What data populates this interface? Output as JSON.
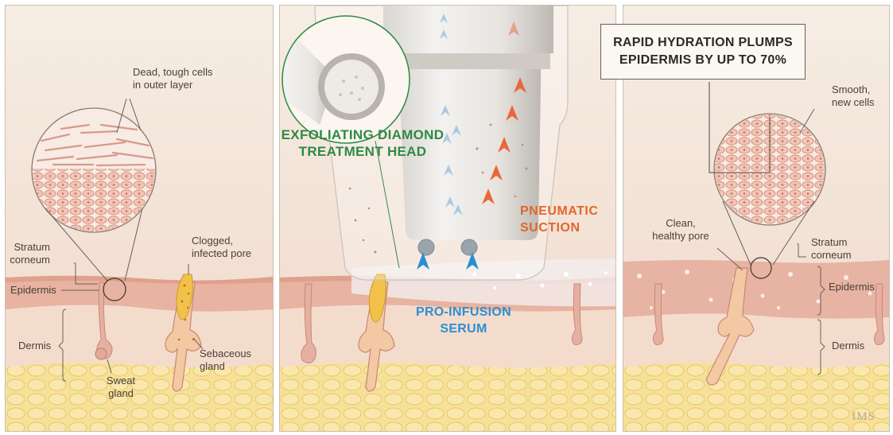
{
  "left_panel": {
    "callout_dead_cells": "Dead, tough cells\nin outer layer",
    "callout_clogged_pore": "Clogged,\ninfected pore",
    "label_stratum_corneum": "Stratum\ncorneum",
    "label_epidermis": "Epidermis",
    "label_dermis": "Dermis",
    "label_sweat_gland": "Sweat\ngland",
    "label_sebaceous_gland": "Sebaceous\ngland"
  },
  "middle_panel": {
    "title_diamond_head": "EXFOLIATING DIAMOND\nTREATMENT HEAD",
    "title_suction": "PNEUMATIC\nSUCTION",
    "title_serum": "PRO-INFUSION\nSERUM"
  },
  "right_panel": {
    "headline": "RAPID HYDRATION PLUMPS\nEPIDERMIS BY UP TO 70%",
    "callout_smooth_cells": "Smooth,\nnew cells",
    "callout_clean_pore": "Clean,\nhealthy pore",
    "label_stratum_corneum": "Stratum\ncorneum",
    "label_epidermis": "Epidermis",
    "label_dermis": "Dermis"
  },
  "signature": "IMS",
  "colors": {
    "skin_top": "#f3d9c8",
    "epidermis": "#e9b8a6",
    "dermis": "#f6e2d4",
    "fat": "#f5dc8a",
    "green_label": "#2f8a45",
    "orange_label": "#e2662a",
    "blue_label": "#2a8fd1"
  },
  "icons": [
    "magnifier-circle-icon",
    "down-arrow-icon",
    "up-arrow-icon"
  ]
}
